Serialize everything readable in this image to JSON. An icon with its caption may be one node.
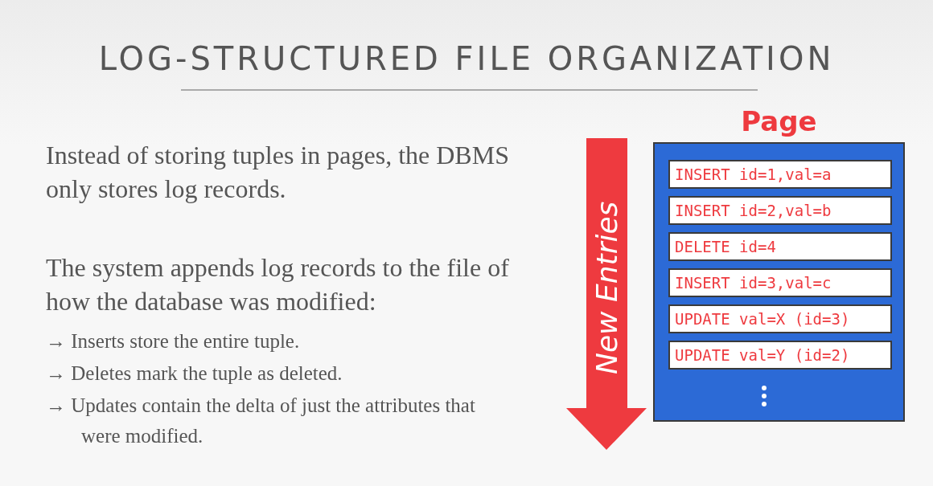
{
  "diagram": {
    "title": "LOG-STRUCTURED FILE ORGANIZATION",
    "nodes": [
      {
        "text": [
          "Page"
        ]
      },
      {
        "text": [
          "INSERT id=1,val=a"
        ],
        "in": 0
      },
      {
        "text": [
          "INSERT id=2,val=b"
        ],
        "in": 0
      },
      {
        "text": [
          "DELETE id=4"
        ],
        "in": 0
      },
      {
        "text": [
          "INSERT id=3,val=c"
        ],
        "in": 0
      },
      {
        "text": [
          "UPDATE val=X (id=3)"
        ],
        "in": 0
      },
      {
        "text": [
          "UPDATE val=Y (id=2)"
        ],
        "in": 0
      }
    ],
    "edges": [],
    "labels": [
      "Instead of storing tuples in pages, the DBMS only stores log records.",
      "The system appends log records to the file of how the database was modified:",
      "→ Inserts store the entire tuple.",
      "→ Deletes mark the tuple as deleted.",
      "→ Updates contain the delta of just the attributes that were modified.",
      "New Entries"
    ]
  }
}
